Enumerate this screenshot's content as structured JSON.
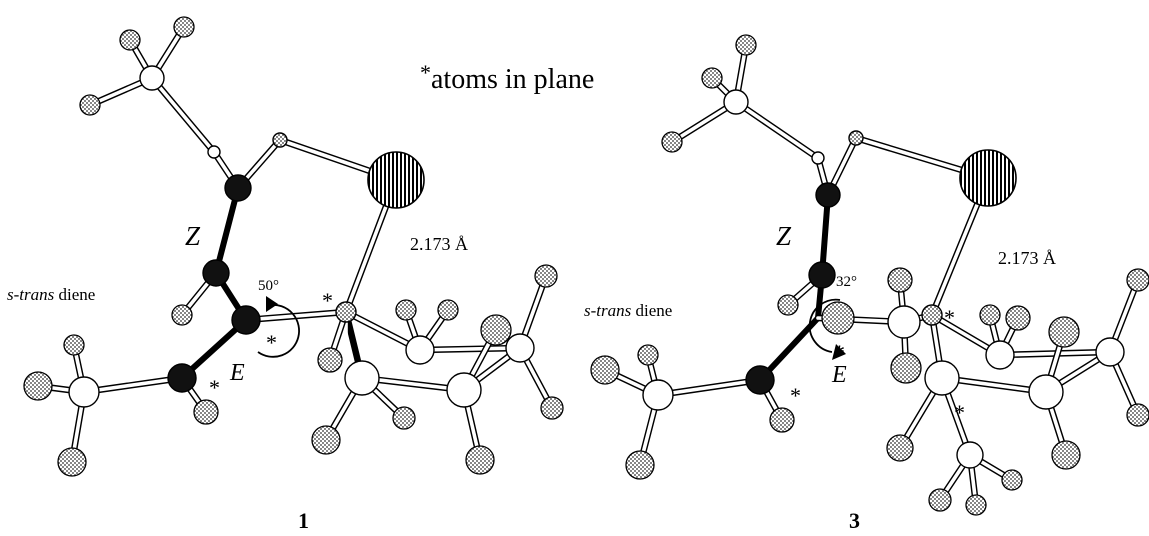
{
  "header_note": {
    "star": "*",
    "text": "atoms in plane"
  },
  "panels": [
    {
      "id": "1",
      "caption": "1",
      "z_label": "Z",
      "e_label": "E",
      "angle": "50°",
      "distance": "2.173 Å",
      "diene_italic": "s-trans",
      "diene_word": " diene"
    },
    {
      "id": "3",
      "caption": "3",
      "z_label": "Z",
      "e_label": "E",
      "angle": "32°",
      "distance": "2.173 Å",
      "diene_italic": "s-trans",
      "diene_word": " diene"
    }
  ],
  "markers": {
    "in_plane": "*"
  },
  "colors": {
    "dark_atom": "#111111",
    "stipple": "#7a7a7a",
    "open_atom": "#ffffff",
    "hatched": "#000000"
  }
}
